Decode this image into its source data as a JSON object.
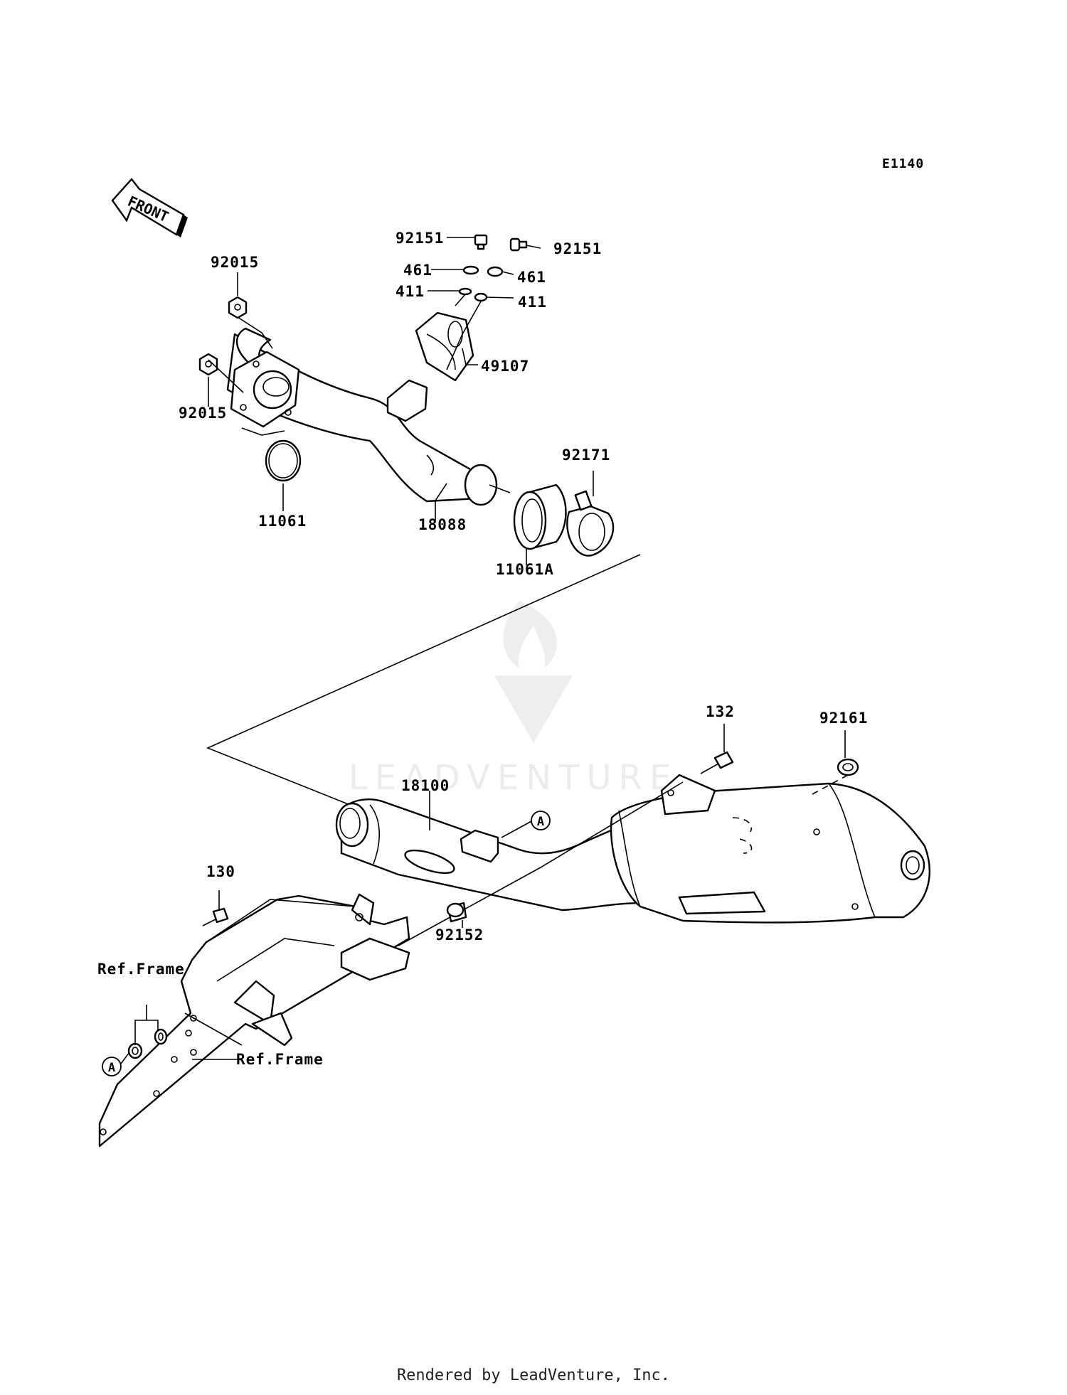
{
  "diagram": {
    "code": "E1140",
    "front_label": "FRONT",
    "watermark": "LEADVENTURE",
    "parts": {
      "p92015_top": "92015",
      "p92015_bottom": "92015",
      "p11061": "11061",
      "p18088": "18088",
      "p92151_left": "92151",
      "p92151_right": "92151",
      "p461_left": "461",
      "p461_right": "461",
      "p411_left": "411",
      "p411_right": "411",
      "p49107": "49107",
      "p92171": "92171",
      "p11061A": "11061A",
      "p132": "132",
      "p92161": "92161",
      "p18100": "18100",
      "p130": "130",
      "p92152": "92152"
    },
    "refs": {
      "ref_frame_top": "Ref.Frame",
      "ref_frame_bottom": "Ref.Frame",
      "callout_a_pipe": "A",
      "callout_a_frame": "A"
    }
  },
  "footer": {
    "text": "Rendered by LeadVenture, Inc."
  }
}
